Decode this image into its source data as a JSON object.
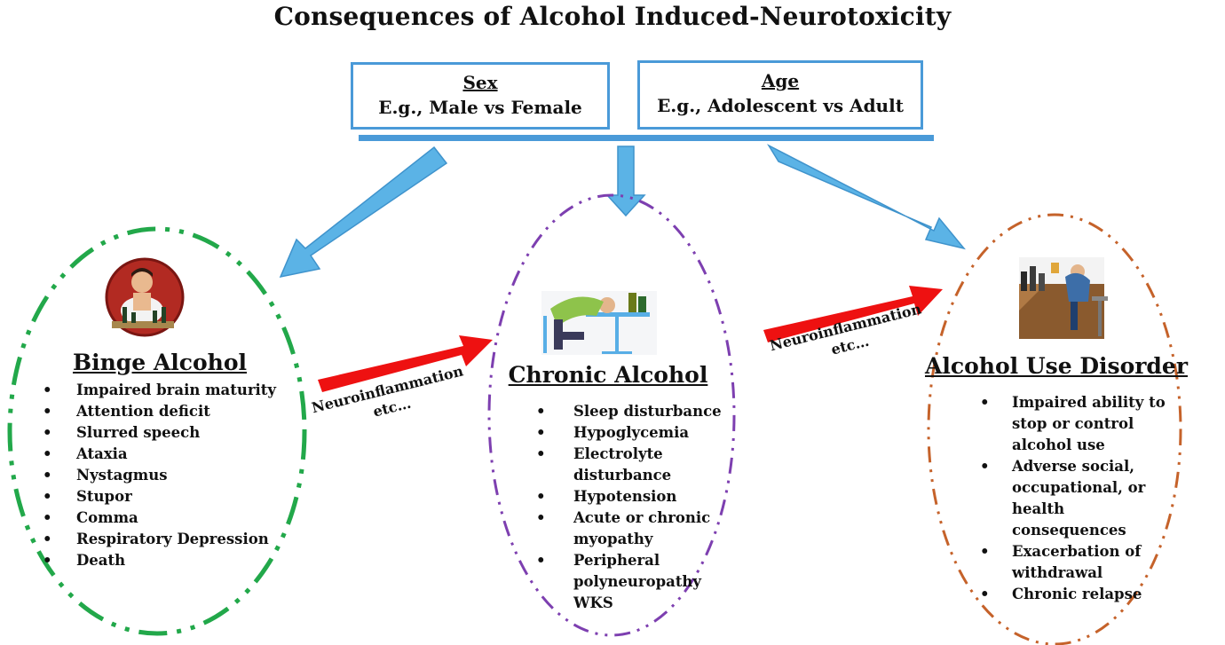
{
  "title": "Consequences of Alcohol Induced-Neurotoxicity",
  "factors": [
    {
      "heading": "Sex",
      "example": "E.g., Male vs Female"
    },
    {
      "heading": "Age",
      "example": "E.g., Adolescent vs Adult"
    }
  ],
  "stages": [
    {
      "heading": "Binge Alcohol",
      "items": [
        "Impaired brain maturity",
        "Attention deficit",
        "Slurred speech",
        "Ataxia",
        "Nystagmus",
        "Stupor",
        "Comma",
        "Respiratory Depression",
        "Death"
      ],
      "border_color": "#22a84a"
    },
    {
      "heading": "Chronic Alcohol",
      "items": [
        "Sleep disturbance",
        "Hypoglycemia",
        "Electrolyte disturbance",
        "Hypotension",
        "Acute or chronic myopathy",
        "Peripheral polyneuropathy WKS"
      ],
      "border_color": "#7d3fb0"
    },
    {
      "heading": "Alcohol Use Disorder",
      "items": [
        "Impaired ability to stop or control alcohol use",
        "Adverse social, occupational, or health consequences",
        "Exacerbation of withdrawal",
        "Chronic relapse"
      ],
      "border_color": "#c5622a"
    }
  ],
  "progression_arrows": [
    {
      "label_line1": "Neuroinflammation",
      "label_line2": "etc…"
    },
    {
      "label_line1": "Neuroinflammation",
      "label_line2": "etc…"
    }
  ],
  "colors": {
    "factor_border": "#4a9ad8",
    "blue_arrow": "#5bb3e6",
    "red_arrow": "#ee1111"
  },
  "icons": [
    "binge-drinker-icon",
    "chronic-drinker-icon",
    "alcohol-use-disorder-icon"
  ]
}
